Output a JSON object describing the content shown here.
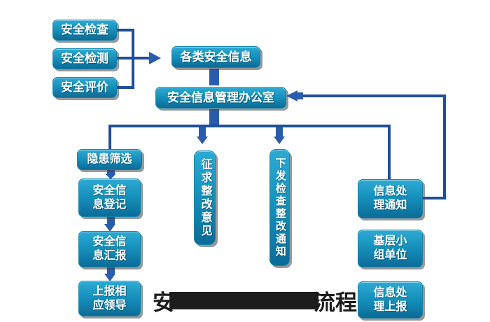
{
  "nodes": {
    "safety_inspection": "安全检查",
    "safety_testing": "安全检测",
    "safety_evaluation": "安全评价",
    "various_safety_info": "各类安全信息",
    "safety_info_office": "安全信息管理办公室",
    "hazard_screening": "隐患筛选",
    "safety_info_registration": "安全信\n息登记",
    "safety_info_report": "安全信\n息汇报",
    "report_to_leaders": "上报相\n应领导",
    "seek_rectification_opinions": "征求整改意见",
    "issue_inspection_rectification_notice": "下发检查整改通知",
    "info_processing_notice": "信息处\n理通知",
    "grassroots_group_unit": "基层小\n组单位",
    "info_processing_report": "信息处\n理上报"
  },
  "caption": {
    "prefix": "安",
    "suffix": "流程"
  },
  "colors": {
    "node_gradient_top": "#2DAAD4",
    "node_gradient_bottom": "#0C6B97",
    "node_text": "#FFFFFF",
    "connector_line": "#1F4E9B",
    "connector_arrow": "#2A5CAD",
    "caption_text": "#1D1D1D",
    "background": "#FFFFFF"
  }
}
